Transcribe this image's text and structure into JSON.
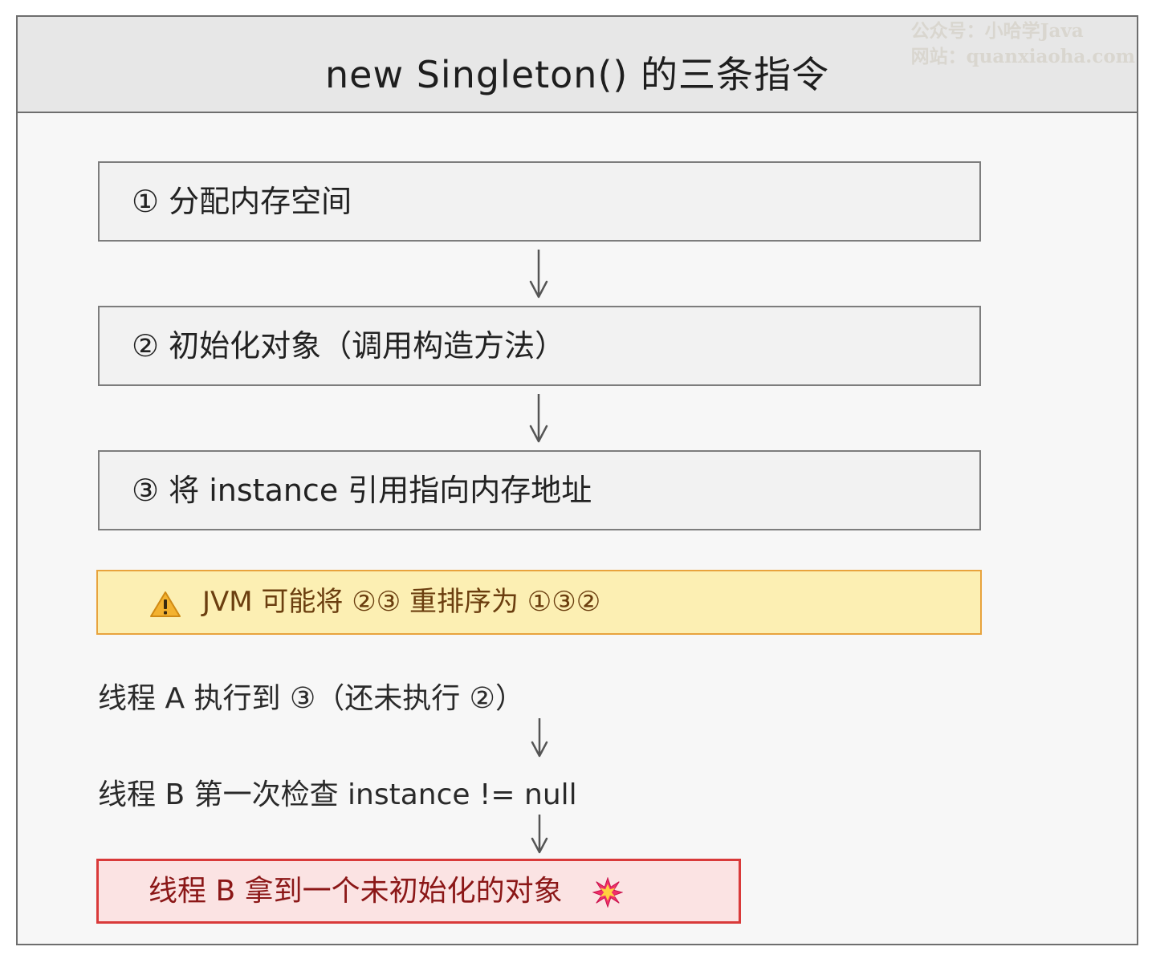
{
  "title": "new Singleton() 的三条指令",
  "watermark": {
    "line1": "公众号：小哈学Java",
    "line2": "网站：quanxiaoha.com"
  },
  "steps": [
    {
      "label": "① 分配内存空间"
    },
    {
      "label": "② 初始化对象（调用构造方法）"
    },
    {
      "label": "③ 将 instance 引用指向内存地址"
    }
  ],
  "warning": {
    "icon": "warning-icon",
    "text": "JVM 可能将 ②③ 重排序为 ①③②",
    "border_color": "#e8a33d",
    "fill_color": "#fcefb3"
  },
  "thread_a": "线程 A 执行到 ③（还未执行 ②）",
  "thread_b_check": "线程 B 第一次检查 instance != null",
  "result": {
    "text": "线程 B 拿到一个未初始化的对象",
    "icon": "collision-icon",
    "border_color": "#d93a3a",
    "fill_color": "#fbe3e3"
  }
}
